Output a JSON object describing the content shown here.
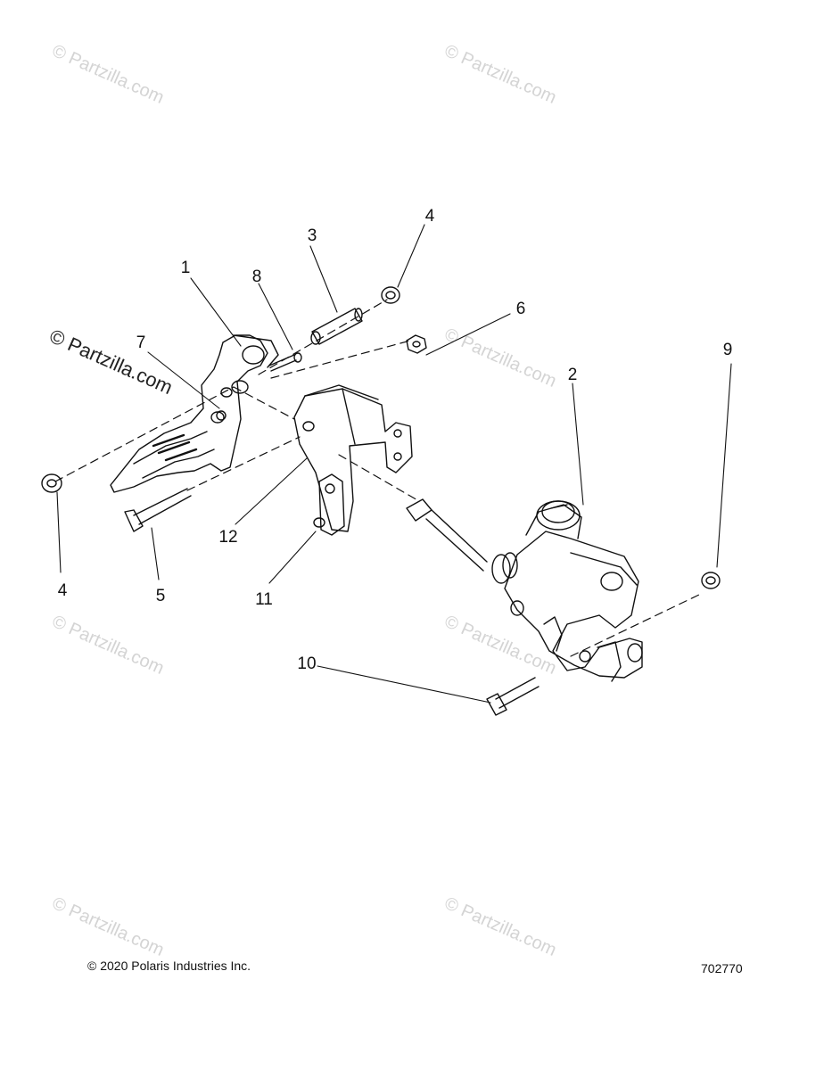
{
  "watermark": {
    "text": "© Partzilla.com",
    "prominent_text": "© Partzilla.com"
  },
  "callouts": [
    "1",
    "2",
    "3",
    "4",
    "4",
    "5",
    "6",
    "7",
    "8",
    "9",
    "10",
    "11",
    "12"
  ],
  "footer": {
    "copyright": "© 2020 Polaris Industries Inc.",
    "diagram_number": "702770"
  },
  "colors": {
    "line": "#111111",
    "watermark": "#d4d4d4"
  }
}
